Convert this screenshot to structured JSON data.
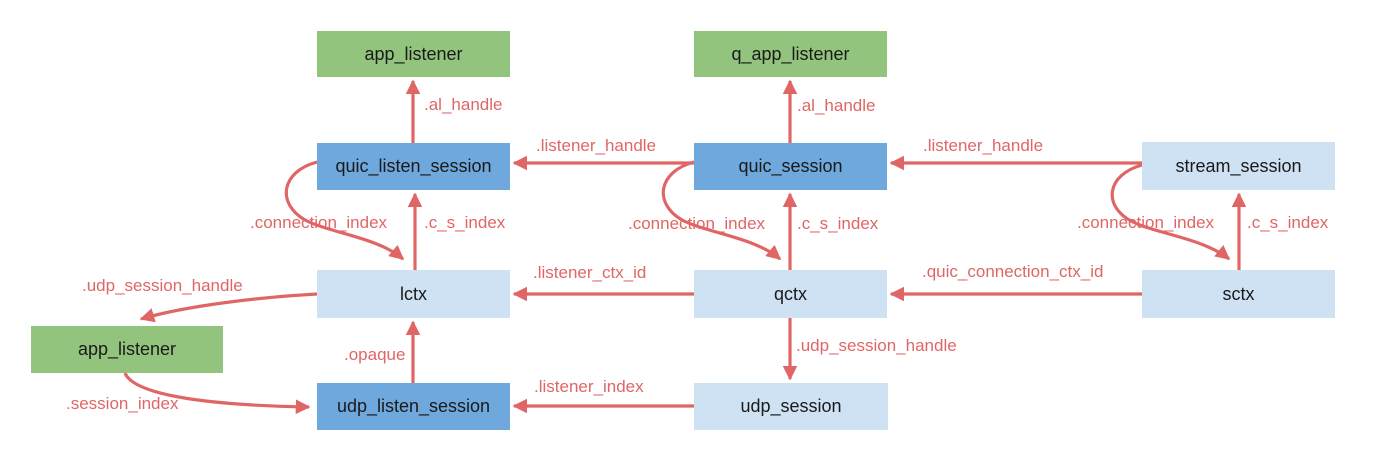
{
  "diagram": {
    "background": "#ffffff",
    "colors": {
      "green": "#93c47d",
      "blue": "#6fa8dc",
      "lightblue": "#cfe2f3",
      "arrow": "#e06666"
    },
    "nodes": {
      "app_listener_top": {
        "label": "app_listener"
      },
      "q_app_listener": {
        "label": "q_app_listener"
      },
      "quic_listen_session": {
        "label": "quic_listen_session"
      },
      "quic_session": {
        "label": "quic_session"
      },
      "stream_session": {
        "label": "stream_session"
      },
      "lctx": {
        "label": "lctx"
      },
      "qctx": {
        "label": "qctx"
      },
      "sctx": {
        "label": "sctx"
      },
      "app_listener_bottom": {
        "label": "app_listener"
      },
      "udp_listen_session": {
        "label": "udp_listen_session"
      },
      "udp_session": {
        "label": "udp_session"
      }
    },
    "edge_labels": {
      "al_handle_left": ".al_handle",
      "al_handle_center": ".al_handle",
      "listener_handle_left": ".listener_handle",
      "listener_handle_right": ".listener_handle",
      "connection_index_left": ".connection_index",
      "c_s_index_left": ".c_s_index",
      "connection_index_center": ".connection_index",
      "c_s_index_center": ".c_s_index",
      "connection_index_right": ".connection_index",
      "c_s_index_right": ".c_s_index",
      "udp_session_handle_left": ".udp_session_handle",
      "listener_ctx_id": ".listener_ctx_id",
      "quic_connection_ctx_id": ".quic_connection_ctx_id",
      "opaque": ".opaque",
      "udp_session_handle_center": ".udp_session_handle",
      "listener_index": ".listener_index",
      "session_index": ".session_index"
    }
  }
}
